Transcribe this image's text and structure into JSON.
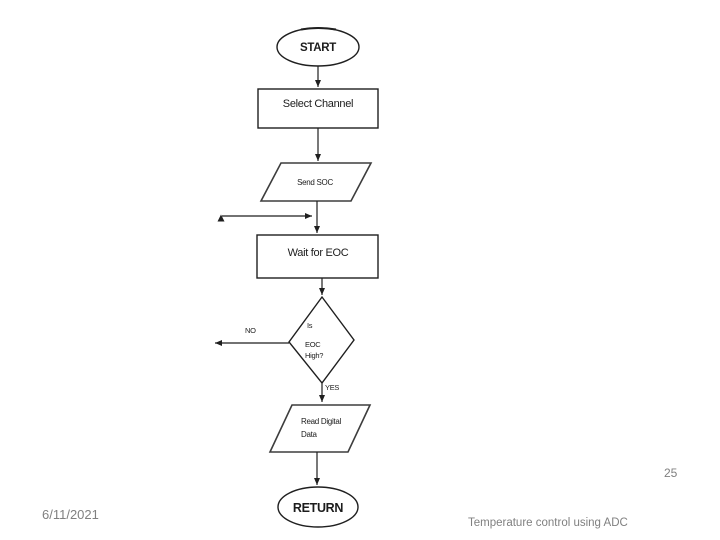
{
  "colors": {
    "ink": "#1f1f1f",
    "shape_fill": "#ffffff",
    "footer_gray": "#808080"
  },
  "flowchart": {
    "start": {
      "label": "START"
    },
    "select_channel": {
      "label": "Select Channel"
    },
    "send_soc": {
      "label": "Send SOC"
    },
    "wait_eoc": {
      "label": "Wait for EOC"
    },
    "decision": {
      "line1": "Is",
      "line2": "EOC",
      "line3": "High?"
    },
    "branch": {
      "no": "NO",
      "yes": "YES"
    },
    "read_data": {
      "line1": "Read Digital",
      "line2": "Data"
    },
    "return": {
      "label": "RETURN"
    }
  },
  "footer": {
    "date": "6/11/2021",
    "title": "Temperature control using ADC",
    "page_number": "25"
  }
}
